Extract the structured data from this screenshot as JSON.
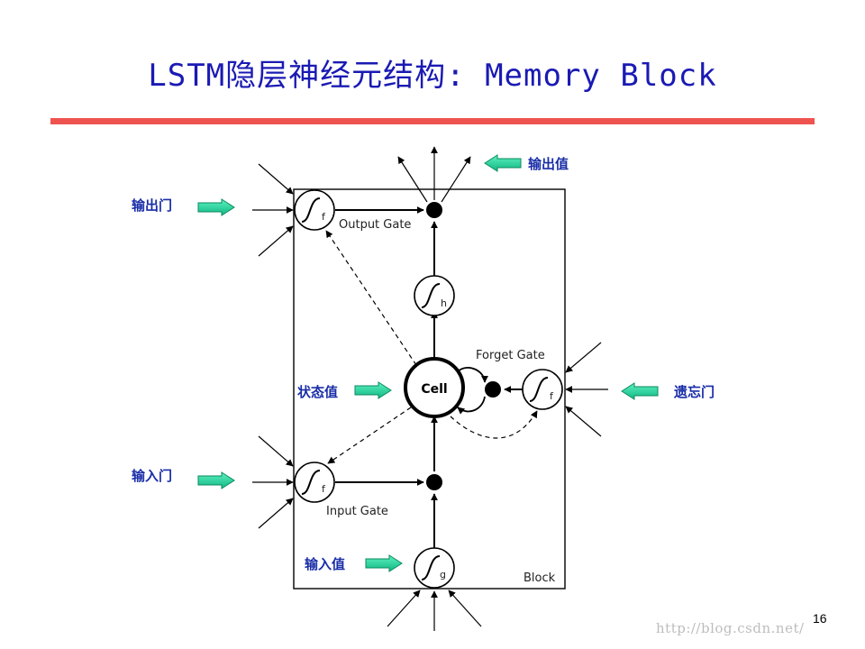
{
  "slide": {
    "title": "LSTM隐层神经元结构: Memory Block",
    "page_number": "16",
    "watermark": "http://blog.csdn.net/"
  },
  "diagram": {
    "block_label": "Block",
    "cell_label": "Cell",
    "gates": {
      "output": {
        "label": "Output Gate",
        "sub": "f"
      },
      "forget": {
        "label": "Forget Gate",
        "sub": "f"
      },
      "input": {
        "label": "Input Gate",
        "sub": "f"
      },
      "cell_output": {
        "sub": "h"
      },
      "cell_input": {
        "sub": "g"
      }
    },
    "annotations": {
      "output_value": "输出值",
      "output_gate": "输出门",
      "state_value": "状态值",
      "forget_gate": "遗忘门",
      "input_gate": "输入门",
      "input_value": "输入值"
    },
    "colors": {
      "title": "#1a1ab4",
      "divider": "#ef5350",
      "annotation_text": "#1a2ea8",
      "annotation_arrow": "#1fcf9a"
    }
  }
}
